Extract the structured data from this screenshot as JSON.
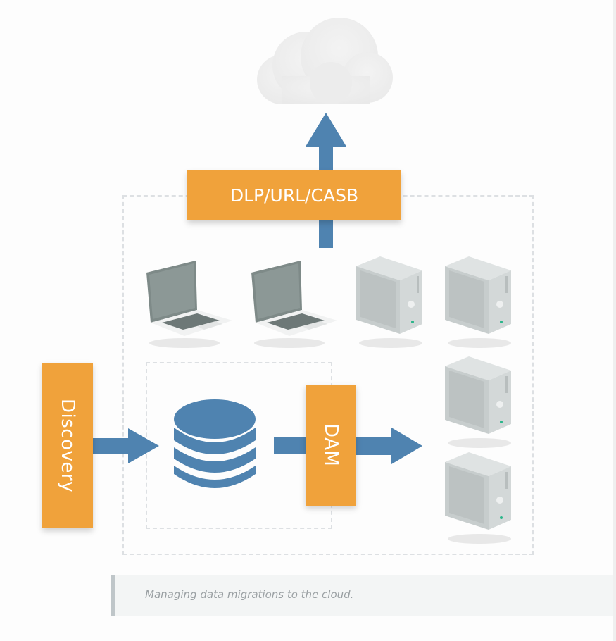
{
  "diagram": {
    "title_box": {
      "label": "DLP/URL/CASB"
    },
    "discovery_box": {
      "label": "Discovery"
    },
    "dam_box": {
      "label": "DAM"
    },
    "cloud": {
      "icon": "cloud-icon"
    },
    "database": {
      "icon": "database-icon"
    },
    "endpoints": [
      {
        "type": "laptop",
        "icon": "laptop-icon"
      },
      {
        "type": "laptop",
        "icon": "laptop-icon"
      },
      {
        "type": "server",
        "icon": "server-icon"
      },
      {
        "type": "server",
        "icon": "server-icon"
      }
    ],
    "destination_servers": [
      {
        "type": "server",
        "icon": "server-icon"
      },
      {
        "type": "server",
        "icon": "server-icon"
      }
    ],
    "colors": {
      "orange": "#f0a23b",
      "blue": "#4f83b0",
      "dash": "#dde0e3",
      "device_gray": "#c9cfd0",
      "screen_gray": "#869291",
      "led_green": "#2bb58a"
    }
  },
  "caption": {
    "text": "Managing data migrations to the cloud."
  }
}
